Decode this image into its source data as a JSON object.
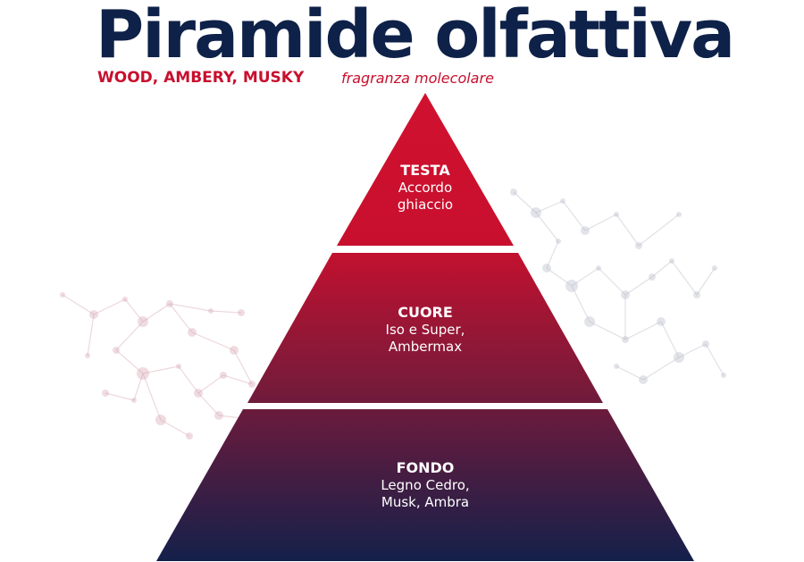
{
  "header": {
    "title": "Piramide olfattiva",
    "families": "WOOD, AMBERY, MUSKY",
    "type": "fragranza molecolare"
  },
  "pyramid": {
    "tiers": [
      {
        "name": "TESTA",
        "notes": "Accordo\nghiaccio"
      },
      {
        "name": "CUORE",
        "notes": "Iso e Super,\nAmbermax"
      },
      {
        "name": "FONDO",
        "notes": "Legno Cedro,\nMusk, Ambra"
      }
    ]
  },
  "colors": {
    "title": "#0e2148",
    "accent": "#c8102e",
    "pyramid_top": "#d0112f",
    "pyramid_bottom": "#14204a"
  }
}
